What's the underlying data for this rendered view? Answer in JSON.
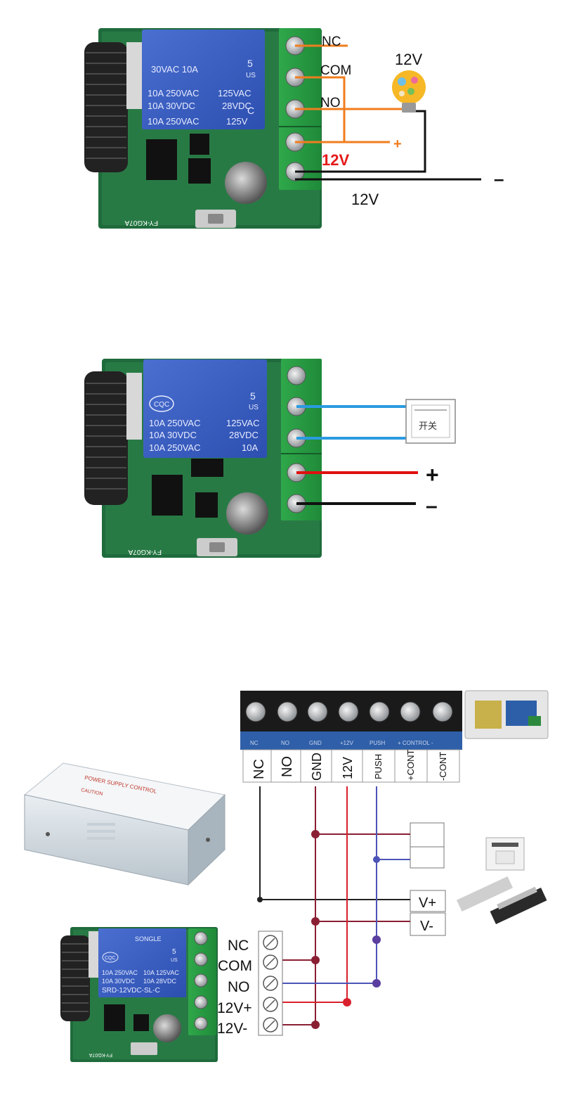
{
  "panel1": {
    "relay": {
      "lines": [
        "30VAC 10A",
        "10A 250VAC",
        "10A 30VDC",
        "10A 250VAC"
      ],
      "right_lines": [
        "125VAC",
        "28VDC",
        "125V"
      ],
      "mark_5": "5",
      "mark_us": "US",
      "mark_c": "C"
    },
    "board_code": "FY-KG07A",
    "labels": {
      "nc": "NC",
      "com": "COM",
      "no": "NO",
      "v12_red": "12V",
      "plus": "+",
      "minus": "–",
      "v12_bottom": "12V",
      "bulb_v": "12V"
    },
    "colors": {
      "wire": "#f07d1e",
      "minus_wire": "#111111",
      "red_label": "#e51a1a"
    }
  },
  "panel2": {
    "relay": {
      "lines": [
        "10A 250VAC",
        "10A 30VDC",
        "10A 250VAC"
      ],
      "right_lines": [
        "125VAC",
        "28VDC",
        "10A"
      ],
      "mark_cqc": "CQC",
      "mark_5": "5",
      "mark_us": "US"
    },
    "board_code": "FY-KG07A",
    "switch_label": "开关",
    "plus": "+",
    "minus": "–",
    "colors": {
      "switch_wire": "#2a9be0",
      "plus_wire": "#e01010",
      "minus_wire": "#111111"
    }
  },
  "panel3": {
    "terminal_bottom_labels": [
      "NC",
      "NO",
      "GND",
      "+12V",
      "PUSH",
      "+ CONTROL -"
    ],
    "vertical_labels": [
      "NC",
      "NO",
      "GND",
      "12V",
      "PUSH",
      "+CONT",
      "-CONT"
    ],
    "psu_box": {
      "title": "POWER SUPPLY CONTROL",
      "caution": "CAUTION"
    },
    "v_plus": "V+",
    "v_minus": "V-",
    "module_labels": [
      "NC",
      "COM",
      "NO",
      "12V+",
      "12V-"
    ],
    "relay": {
      "brand": "SONGLE",
      "lines": [
        "10A 250VAC",
        "10A 30VDC"
      ],
      "right_lines": [
        "10A 125VAC",
        "10A 28VDC"
      ],
      "model": "SRD-12VDC-SL-C",
      "mark_cqc": "CQC",
      "mark_5": "5",
      "mark_us": "US"
    },
    "board_code": "FY-KG07A",
    "colors": {
      "black": "#222222",
      "maroon": "#8a1f33",
      "red": "#d9202c",
      "blue": "#4d54b8",
      "purple": "#5a3ea0"
    }
  }
}
